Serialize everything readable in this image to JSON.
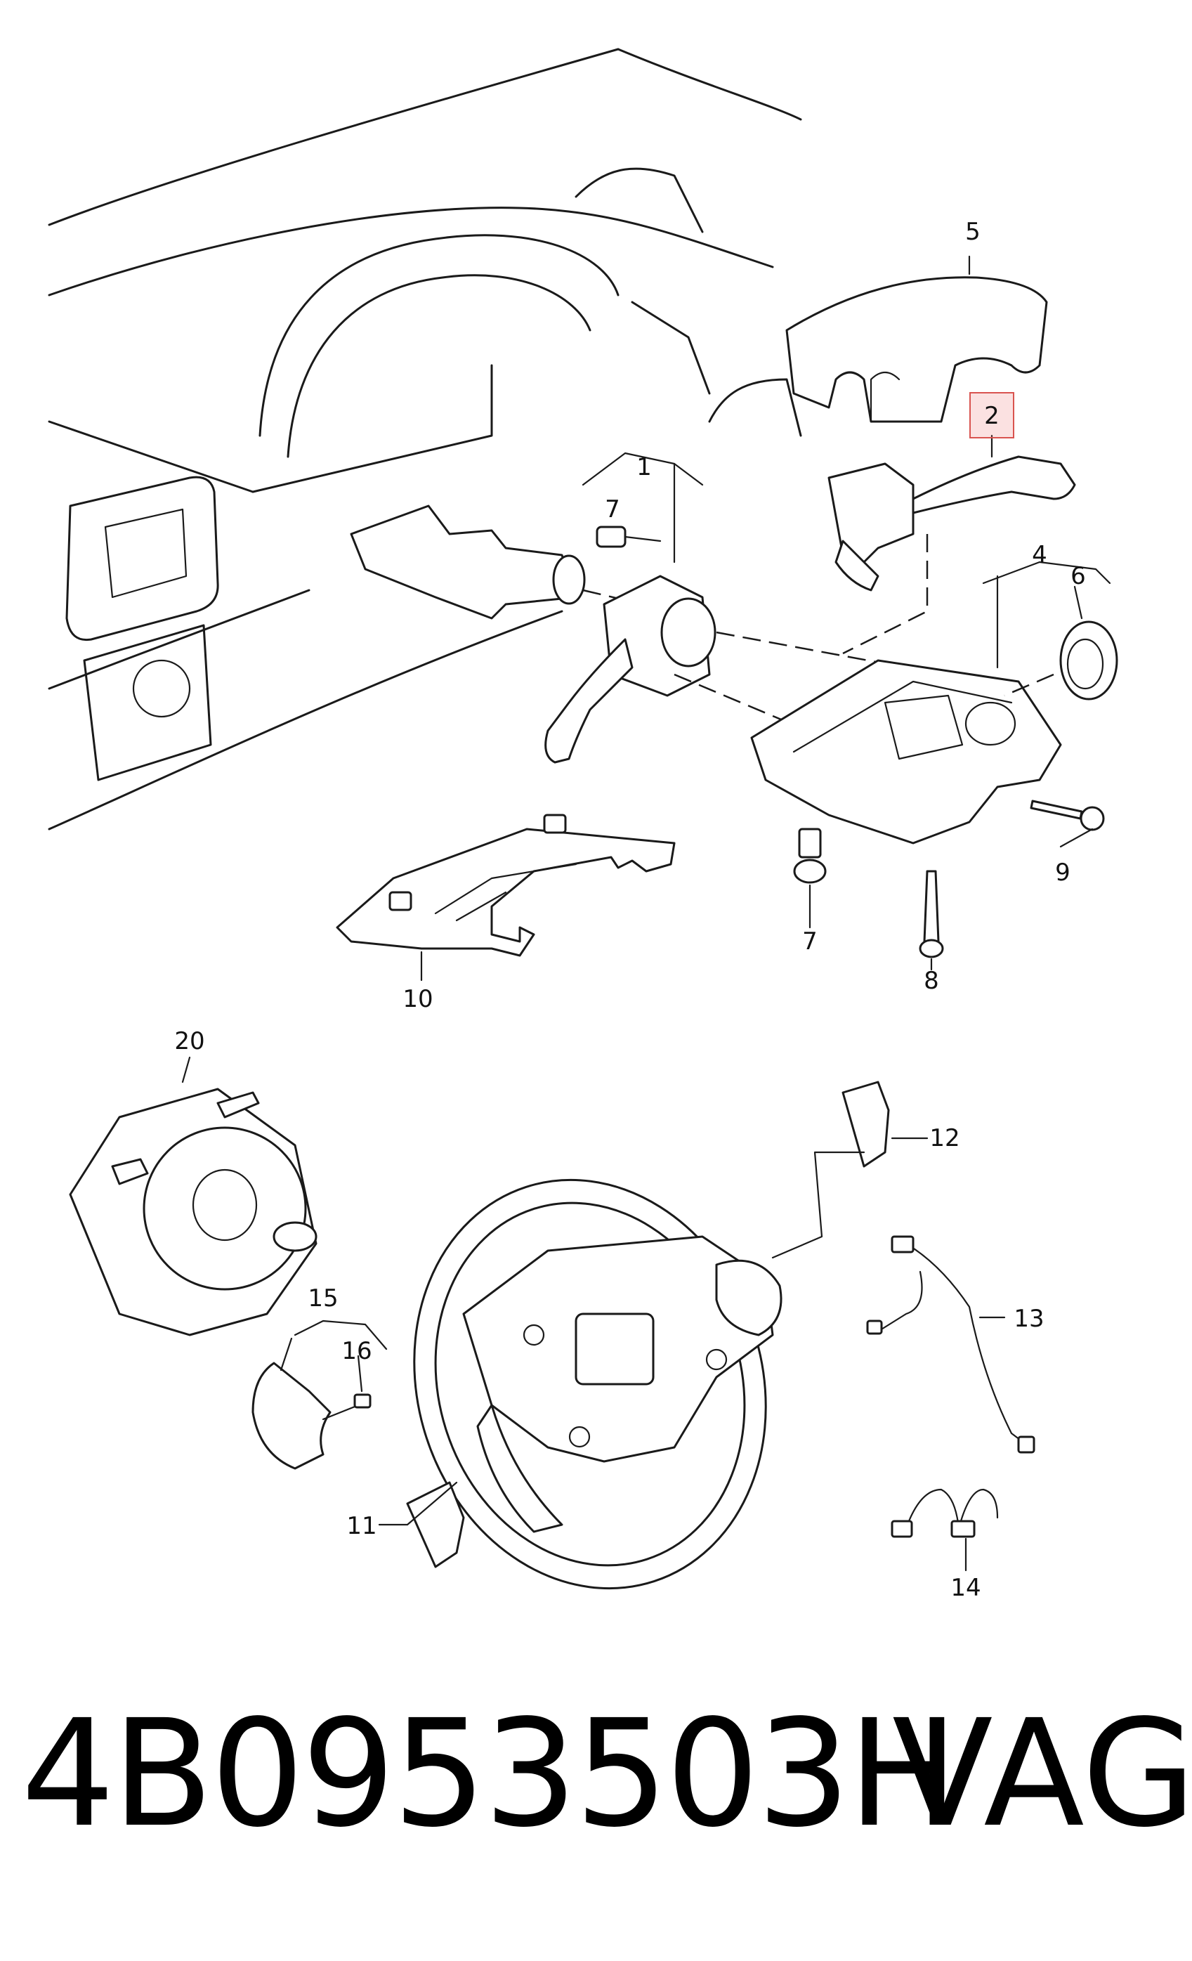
{
  "callouts": {
    "c1": "1",
    "c2": "2",
    "c4": "4",
    "c5": "5",
    "c6": "6",
    "c7a": "7",
    "c7b": "7",
    "c8": "8",
    "c9": "9",
    "c10": "10",
    "c11": "11",
    "c12": "12",
    "c13": "13",
    "c14": "14",
    "c15": "15",
    "c16": "16",
    "c20": "20"
  },
  "highlighted_callout": "2",
  "footer": {
    "part_number": "4B0953503H",
    "brand": "VAG"
  },
  "colors": {
    "line": "#1a1a1a",
    "highlight_border": "#d9534f",
    "highlight_fill": "#f4c4c4"
  }
}
